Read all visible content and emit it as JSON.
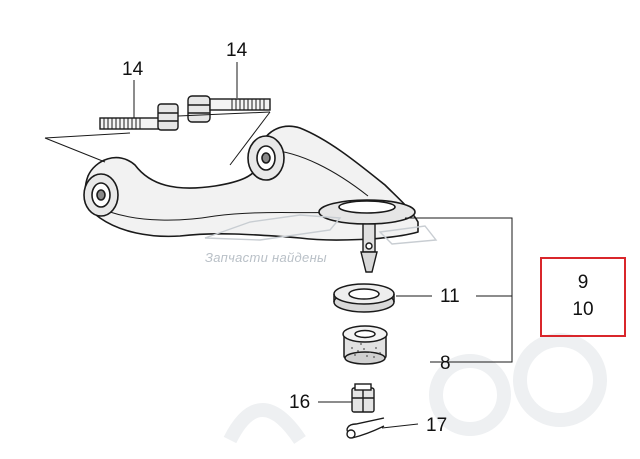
{
  "callouts": {
    "bolt_left": "14",
    "bolt_right": "14",
    "seal_ring": "11",
    "ball_joint_boot": "8",
    "castle_nut": "16",
    "cotter_pin": "17"
  },
  "highlight": {
    "line1": "9",
    "line2": "10",
    "border_color": "#d9262b"
  },
  "watermark": {
    "tagline": "Запчасти найдены"
  },
  "colors": {
    "line": "#1a1a1a",
    "part_fill": "#f2f2f2",
    "part_shade": "#d4d4d4",
    "watermark": "#c8cdd2"
  }
}
